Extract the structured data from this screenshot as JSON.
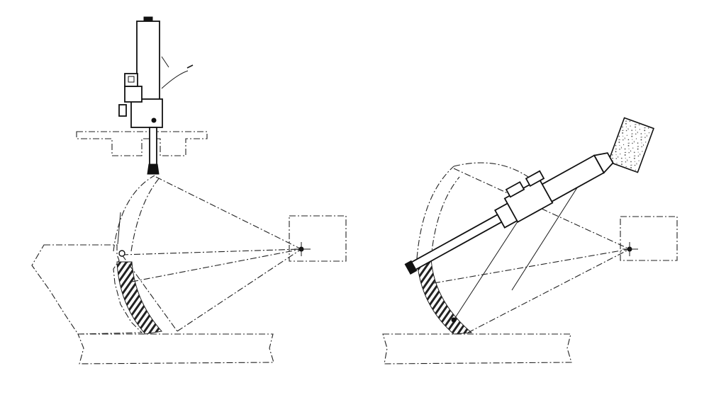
{
  "figure": {
    "panels": [
      {
        "name": "left-panel",
        "state": "vertical-drill-position"
      },
      {
        "name": "right-panel",
        "state": "inclined-drill-position"
      }
    ],
    "colors": {
      "ink": "#1a1a1a",
      "background": "#ffffff"
    }
  }
}
